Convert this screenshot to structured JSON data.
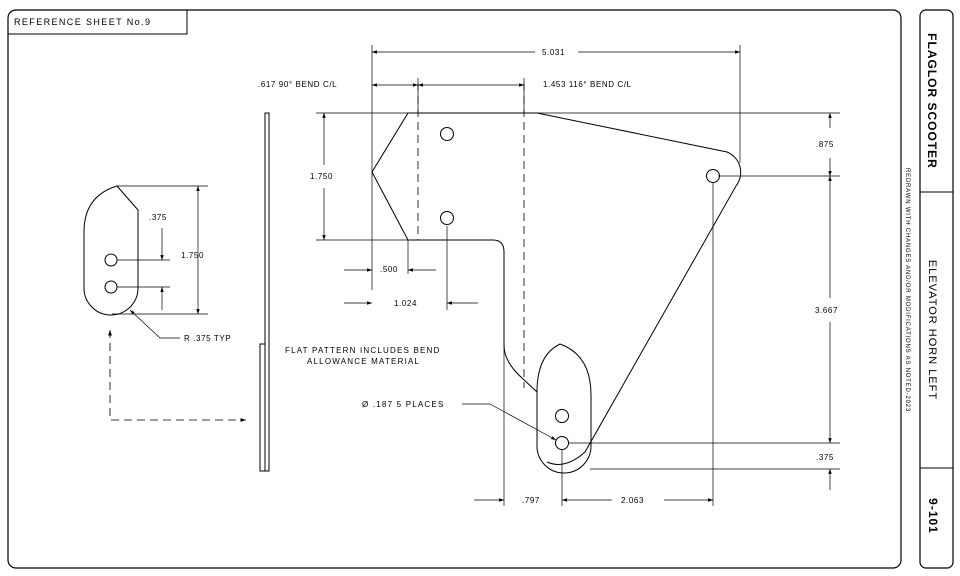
{
  "reference_label": "REFERENCE SHEET No.9",
  "title_block": {
    "project": "FLAGLOR SCOOTER",
    "part_name": "ELEVATOR HORN LEFT",
    "sheet_number": "9-101",
    "revision_note": "REDRAWN WITH CHANGES AND/OR MODIFICATIONS AS NOTED-2023"
  },
  "dimensions": {
    "overall_width": "5.031",
    "bend_90": ".617  90° BEND C/L",
    "bend_116": "1.453  116° BEND C/L",
    "left_height": "1.750",
    "top_right": ".875",
    "right_height": "3.667",
    "bottom_right": ".375",
    "tab_500": ".500",
    "tab_1024": "1.024",
    "bottom_797": ".797",
    "bottom_2063": "2.063",
    "detail_375": ".375",
    "detail_1750": "1.750"
  },
  "notes": {
    "radius": "R .375 TYP",
    "flat_pattern_line1": "FLAT PATTERN INCLUDES BEND",
    "flat_pattern_line2": "ALLOWANCE MATERIAL",
    "holes": "Ø .187 5 PLACES"
  }
}
